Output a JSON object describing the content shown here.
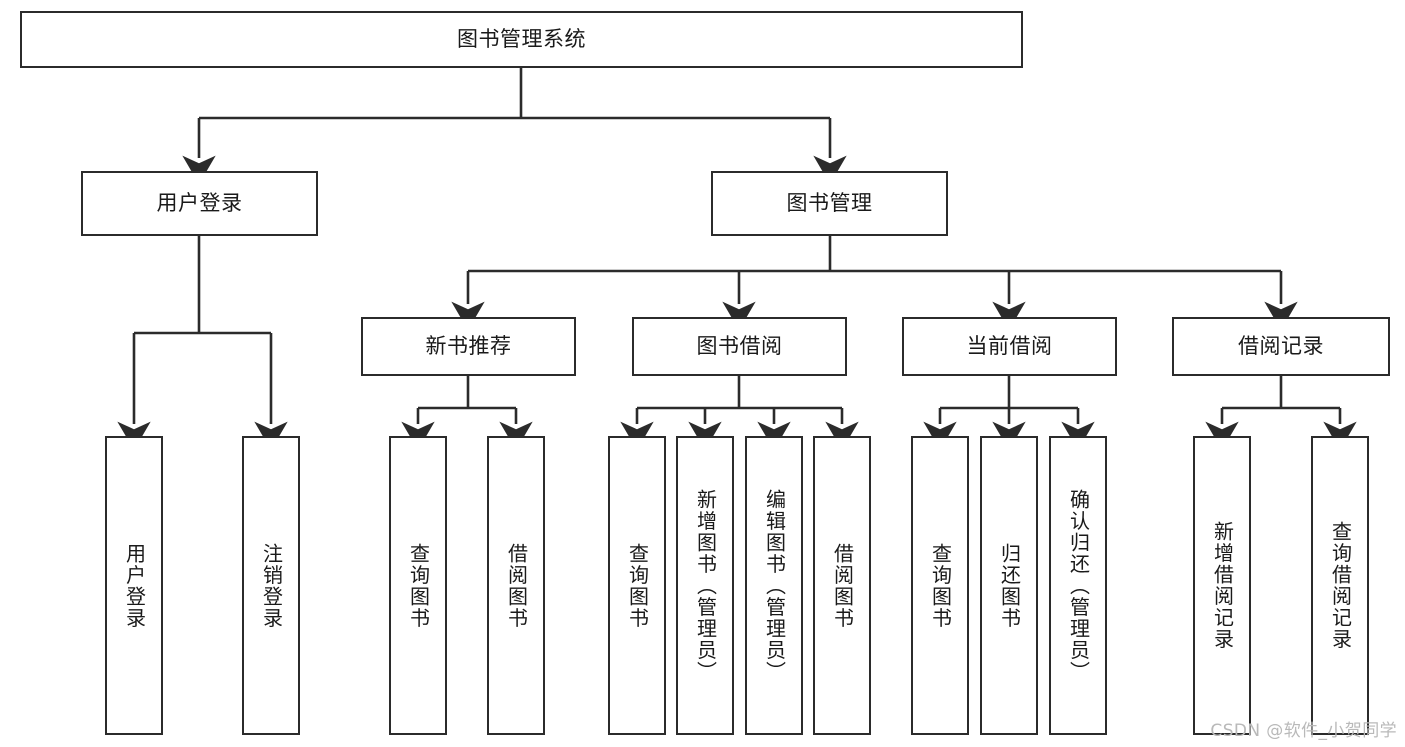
{
  "diagram": {
    "type": "tree-hierarchy-chart",
    "title": "图书管理系统",
    "stroke_color": "#2b2b2b",
    "fill_color": "#ffffff",
    "text_color": "#1a1a1a",
    "levels": [
      {
        "level": 0,
        "nodes": [
          {
            "id": "root",
            "label": "图书管理系统",
            "orientation": "horizontal"
          }
        ]
      },
      {
        "level": 1,
        "nodes": [
          {
            "id": "login",
            "label": "用户登录",
            "orientation": "horizontal",
            "parent": "root"
          },
          {
            "id": "bookmgmt",
            "label": "图书管理",
            "orientation": "horizontal",
            "parent": "root"
          }
        ]
      },
      {
        "level": 2,
        "nodes": [
          {
            "id": "newbook",
            "label": "新书推荐",
            "orientation": "horizontal",
            "parent": "bookmgmt"
          },
          {
            "id": "borrow",
            "label": "图书借阅",
            "orientation": "horizontal",
            "parent": "bookmgmt"
          },
          {
            "id": "current",
            "label": "当前借阅",
            "orientation": "horizontal",
            "parent": "bookmgmt"
          },
          {
            "id": "record",
            "label": "借阅记录",
            "orientation": "horizontal",
            "parent": "bookmgmt"
          }
        ]
      },
      {
        "level": 3,
        "nodes": [
          {
            "id": "leaf1",
            "label": "用户登录",
            "orientation": "vertical",
            "parent": "login"
          },
          {
            "id": "leaf2",
            "label": "注销登录",
            "orientation": "vertical",
            "parent": "login"
          },
          {
            "id": "leaf3",
            "label": "查询图书",
            "orientation": "vertical",
            "parent": "newbook"
          },
          {
            "id": "leaf4",
            "label": "借阅图书",
            "orientation": "vertical",
            "parent": "newbook"
          },
          {
            "id": "leaf5",
            "label": "查询图书",
            "orientation": "vertical",
            "parent": "borrow"
          },
          {
            "id": "leaf6",
            "label": "新增图书（管理员）",
            "orientation": "vertical",
            "parent": "borrow"
          },
          {
            "id": "leaf7",
            "label": "编辑图书（管理员）",
            "orientation": "vertical",
            "parent": "borrow"
          },
          {
            "id": "leaf8",
            "label": "借阅图书",
            "orientation": "vertical",
            "parent": "borrow"
          },
          {
            "id": "leaf9",
            "label": "查询图书",
            "orientation": "vertical",
            "parent": "current"
          },
          {
            "id": "leaf10",
            "label": "归还图书",
            "orientation": "vertical",
            "parent": "current"
          },
          {
            "id": "leaf11",
            "label": "确认归还（管理员）",
            "orientation": "vertical",
            "parent": "current"
          },
          {
            "id": "leaf12",
            "label": "新增借阅记录",
            "orientation": "vertical",
            "parent": "record"
          },
          {
            "id": "leaf13",
            "label": "查询借阅记录",
            "orientation": "vertical",
            "parent": "record"
          }
        ]
      }
    ]
  },
  "watermark": {
    "text": "CSDN @软件_小贺同学"
  }
}
